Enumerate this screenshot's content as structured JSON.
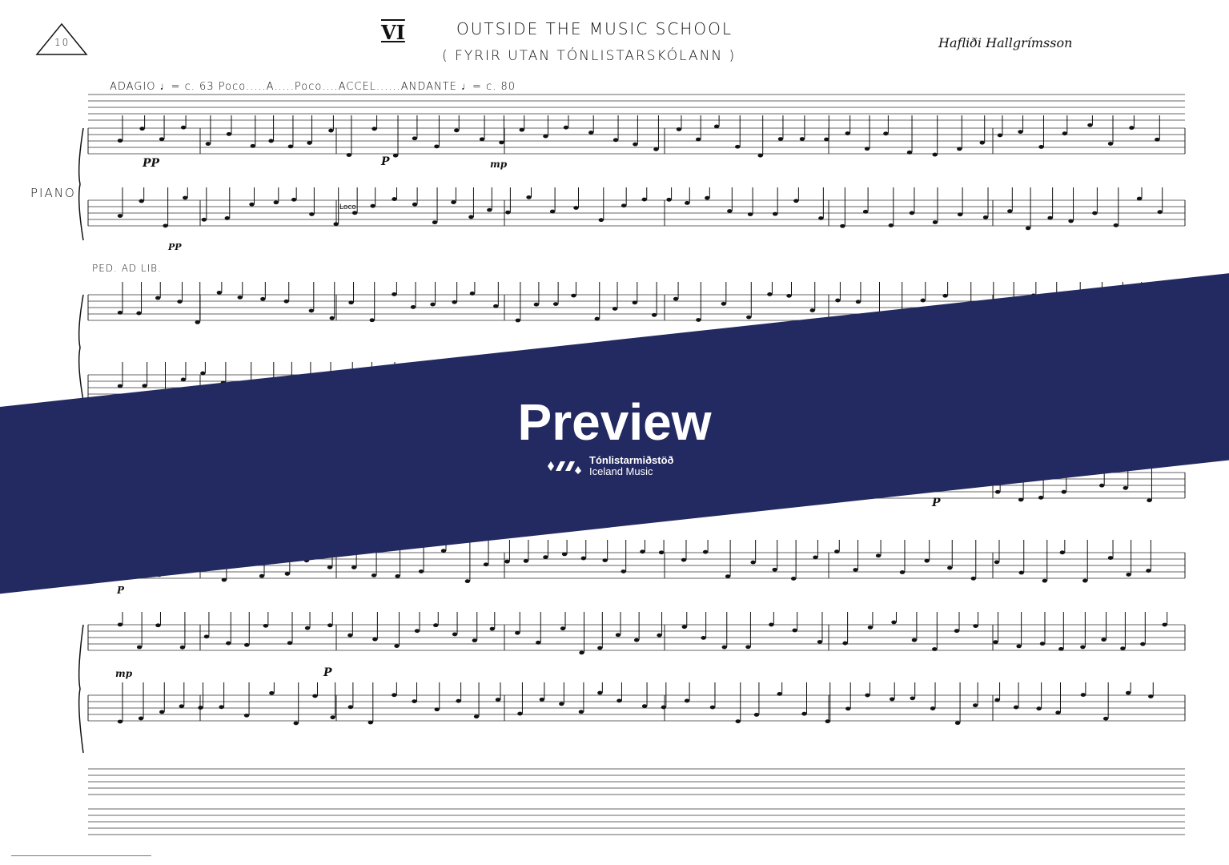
{
  "header": {
    "page_number": "10",
    "movement": "VI",
    "title": "OUTSIDE THE MUSIC SCHOOL",
    "subtitle": "( FYRIR UTAN TÓNLISTARSKÓLANN )",
    "composer_signature": "Hafliði Hallgrímsson",
    "tempo_marking": "ADAGIO ♩= c. 63   Poco.....A.....Poco....ACCEL......ANDANTE ♩= c. 80"
  },
  "score": {
    "instrument": "PIANO",
    "pedal": "PED. AD LIB.",
    "loco": "Loco",
    "dynamics": [
      "PP",
      "P",
      "mp",
      "PP",
      "P",
      "P",
      "mp",
      "P"
    ]
  },
  "watermark": {
    "label": "Preview",
    "brand_line1": "Tónlistarmiðstöð",
    "brand_line2": "Iceland Music",
    "color": "#232961"
  }
}
